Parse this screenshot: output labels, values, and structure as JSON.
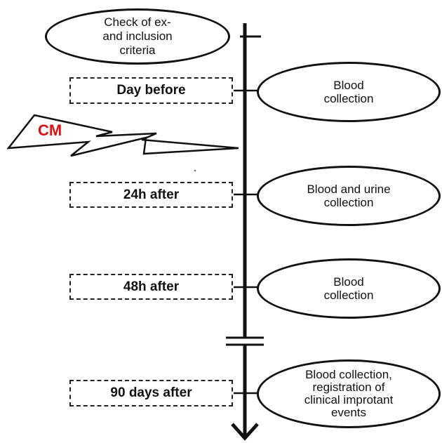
{
  "start_node": {
    "text": "Check of ex-\nand inclusion\ncriteria"
  },
  "cm_label": "CM",
  "timepoints": [
    {
      "label": "Day before",
      "action": "Blood\ncollection"
    },
    {
      "label": "24h after",
      "action": "Blood and urine\ncollection"
    },
    {
      "label": "48h after",
      "action": "Blood\ncollection"
    },
    {
      "label": "90 days after",
      "action": "Blood collection,\nregistration of\nclinical improtant\nevents"
    }
  ],
  "colors": {
    "line": "#111111",
    "cm": "#e01010"
  }
}
